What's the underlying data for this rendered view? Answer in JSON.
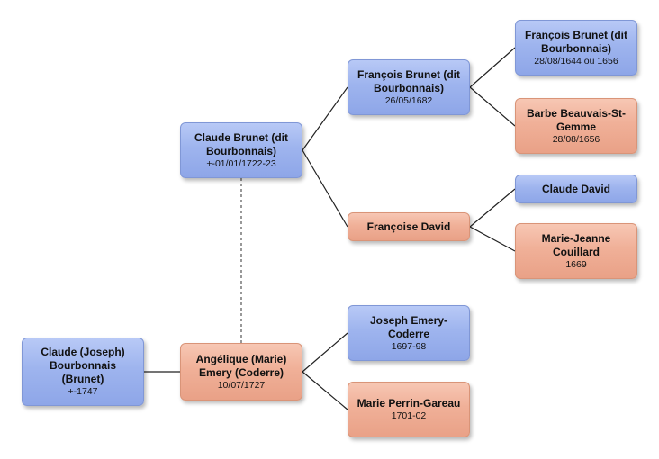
{
  "people": {
    "claude_joseph": {
      "name": "Claude (Joseph) Bourbonnais (Brunet)",
      "date": "+-1747"
    },
    "claude_brunet": {
      "name": "Claude Brunet (dit Bourbonnais)",
      "date": "+-01/01/1722-23"
    },
    "angelique": {
      "name": "Angélique (Marie) Emery (Coderre)",
      "date": "10/07/1727"
    },
    "francois_1682": {
      "name": "François Brunet (dit Bourbonnais)",
      "date": "26/05/1682"
    },
    "francoise_david": {
      "name": "Françoise David",
      "date": ""
    },
    "joseph_emery": {
      "name": "Joseph Emery-Coderre",
      "date": "1697-98"
    },
    "marie_perrin": {
      "name": "Marie Perrin-Gareau",
      "date": "1701-02"
    },
    "francois_1644": {
      "name": "François Brunet (dit Bourbonnais)",
      "date": "28/08/1644 ou 1656"
    },
    "barbe": {
      "name": "Barbe Beauvais-St-Gemme",
      "date": "28/08/1656"
    },
    "claude_david": {
      "name": "Claude David",
      "date": ""
    },
    "marie_jeanne": {
      "name": "Marie-Jeanne Couillard",
      "date": "1669"
    }
  },
  "colors": {
    "male_fill": "#9eb4ee",
    "female_fill": "#f0b098",
    "line": "#222222",
    "spouse_line": "#555555"
  }
}
